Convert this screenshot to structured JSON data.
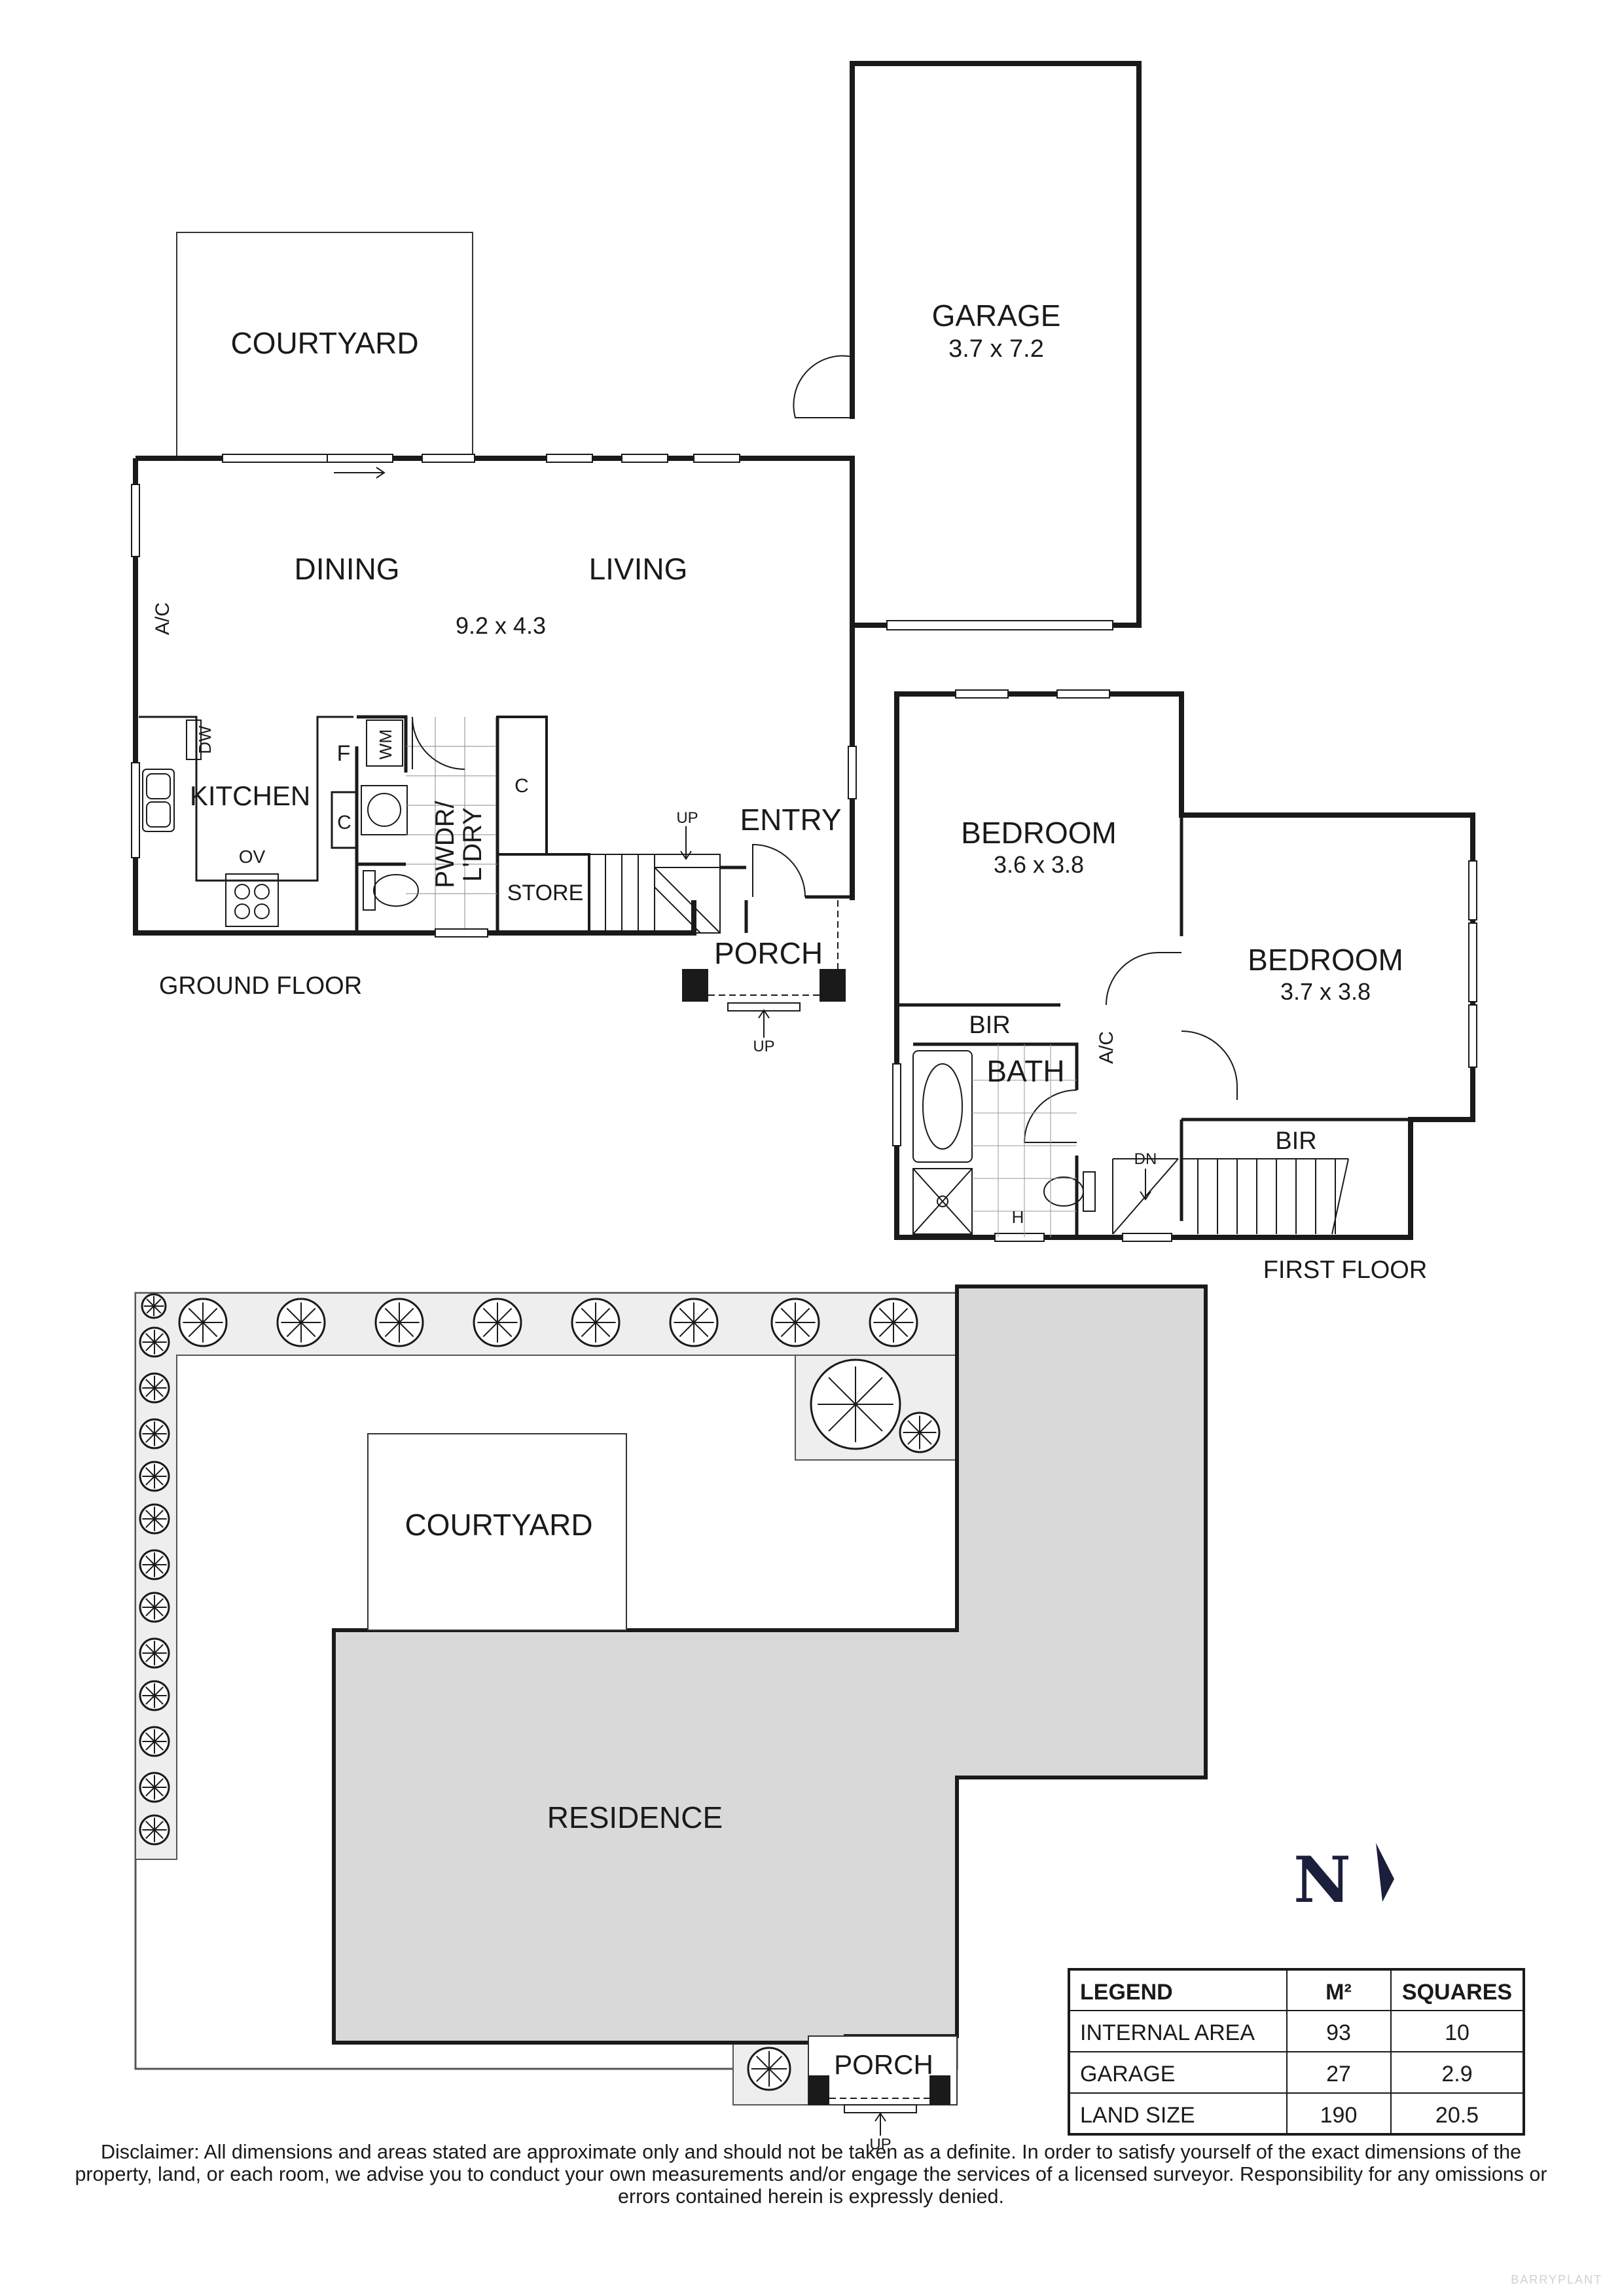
{
  "ground_floor": {
    "floor_label": "GROUND FLOOR",
    "courtyard": "COURTYARD",
    "dining": "DINING",
    "living": "LIVING",
    "living_dims": "9.2 x 4.3",
    "ac": "A/C",
    "dw": "DW",
    "kitchen": "KITCHEN",
    "f": "F",
    "wm": "WM",
    "c_left": "C",
    "c_right": "C",
    "ov": "OV",
    "pwdr": "PWDR/",
    "ldry": "L'DRY",
    "store": "STORE",
    "up_stair": "UP",
    "entry": "ENTRY",
    "porch": "PORCH",
    "up_porch": "UP"
  },
  "garage": {
    "name": "GARAGE",
    "dims": "3.7 x 7.2"
  },
  "first_floor": {
    "floor_label": "FIRST FLOOR",
    "bedroom1": "BEDROOM",
    "bedroom1_dims": "3.6 x 3.8",
    "bedroom2": "BEDROOM",
    "bedroom2_dims": "3.7 x 3.8",
    "bir1": "BIR",
    "bir2": "BIR",
    "bath": "BATH",
    "ac": "A/C",
    "dn": "DN",
    "h": "H"
  },
  "site_plan": {
    "courtyard": "COURTYARD",
    "residence": "RESIDENCE",
    "porch": "PORCH",
    "up": "UP"
  },
  "north": {
    "letter": "N"
  },
  "legend": {
    "headers": [
      "LEGEND",
      "M²",
      "SQUARES"
    ],
    "rows": [
      [
        "INTERNAL AREA",
        "93",
        "10"
      ],
      [
        "GARAGE",
        "27",
        "2.9"
      ],
      [
        "LAND SIZE",
        "190",
        "20.5"
      ]
    ]
  },
  "disclaimer": "Disclaimer: All dimensions and areas stated are approximate only and should not be taken as a definite. In order to satisfy yourself of the exact dimensions of the property, land, or each room, we advise you to conduct your own measurements and/or engage the services of a licensed surveyor. Responsibility for any omissions or errors contained herein is expressly denied.",
  "watermark": "BARRYPLANT",
  "colors": {
    "wall": "#1a1a1a",
    "site_fill": "#d9d9d9",
    "garden_fill": "#eeeeee",
    "north": "#1b1f3b"
  }
}
